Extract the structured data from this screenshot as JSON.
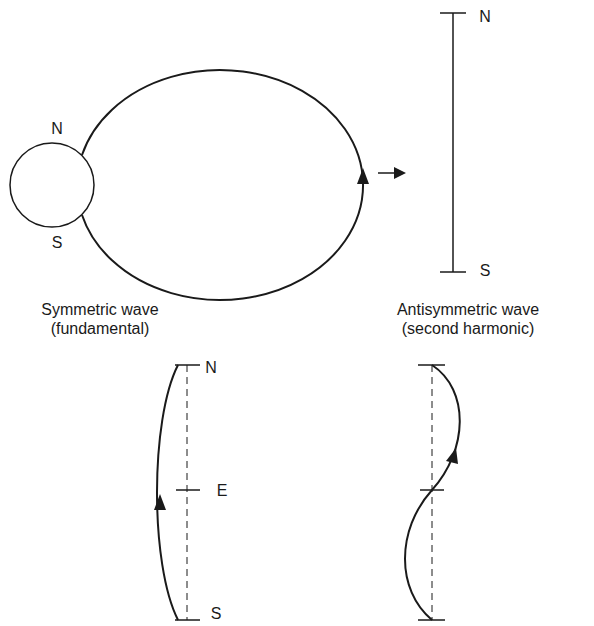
{
  "diagram": {
    "labels": [
      "N",
      "S",
      "N",
      "S",
      "Symmetric wave (fundamental)",
      "Antisymmetric wave (second harmonic)",
      "N",
      "E",
      "S"
    ]
  }
}
